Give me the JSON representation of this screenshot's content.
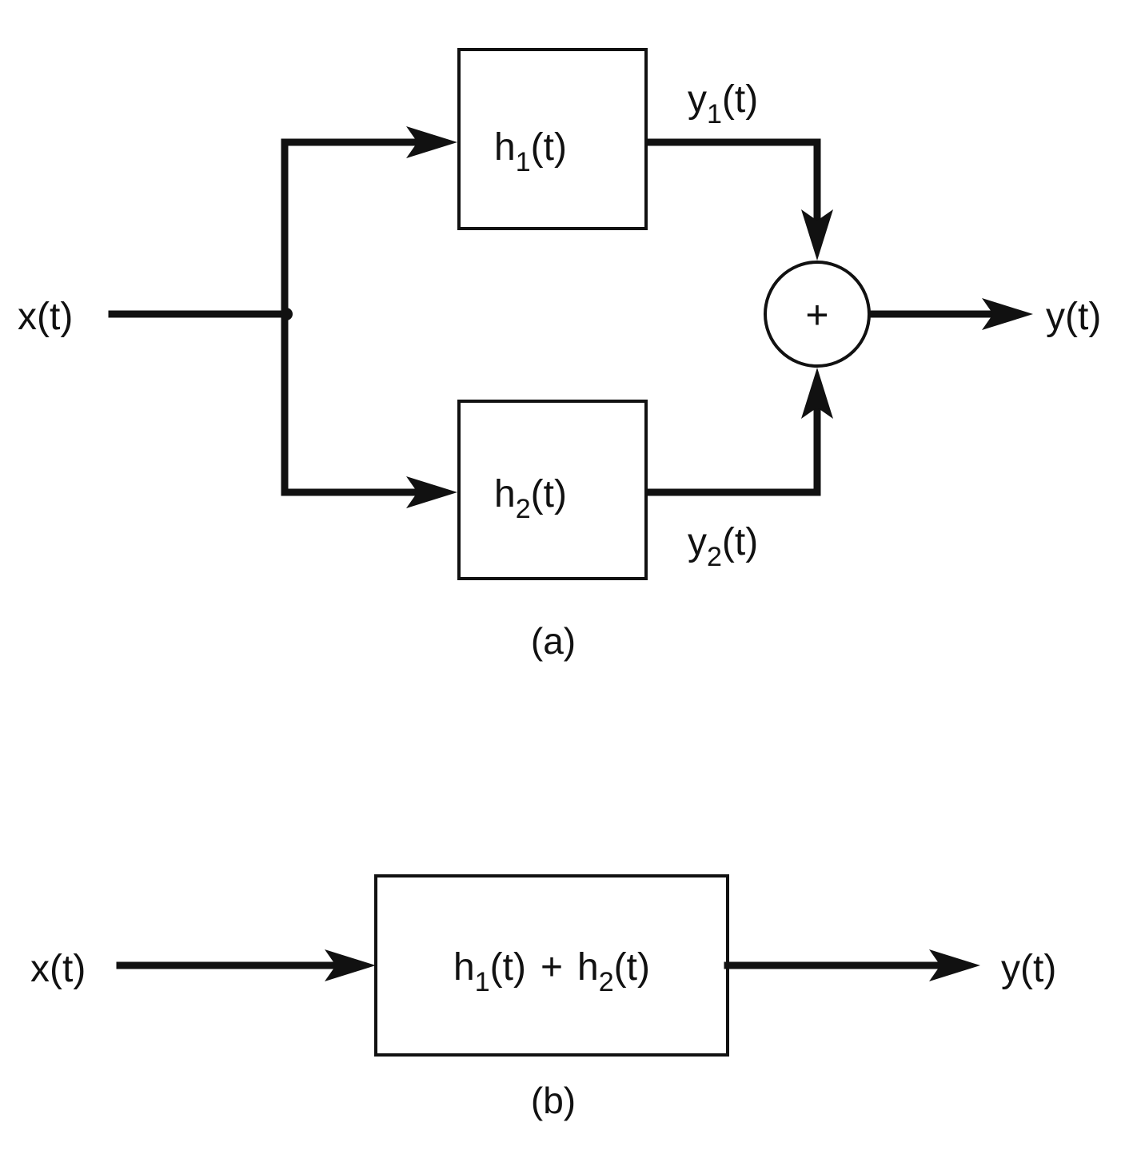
{
  "diagram_a": {
    "input_label": "x(t)",
    "block1": {
      "base": "h",
      "sub": "1",
      "tail": "(t)"
    },
    "block2": {
      "base": "h",
      "sub": "2",
      "tail": "(t)"
    },
    "signal1": {
      "base": "y",
      "sub": "1",
      "tail": "(t)"
    },
    "signal2": {
      "base": "y",
      "sub": "2",
      "tail": "(t)"
    },
    "summer_symbol": "+",
    "output_label": "y(t)",
    "caption": "(a)"
  },
  "diagram_b": {
    "input_label": "x(t)",
    "block": {
      "term1_base": "h",
      "term1_sub": "1",
      "term1_tail": "(t)",
      "operator": "+",
      "term2_base": "h",
      "term2_sub": "2",
      "term2_tail": "(t)"
    },
    "output_label": "y(t)",
    "caption": "(b)"
  },
  "colors": {
    "ink": "#111111",
    "background": "#ffffff"
  }
}
